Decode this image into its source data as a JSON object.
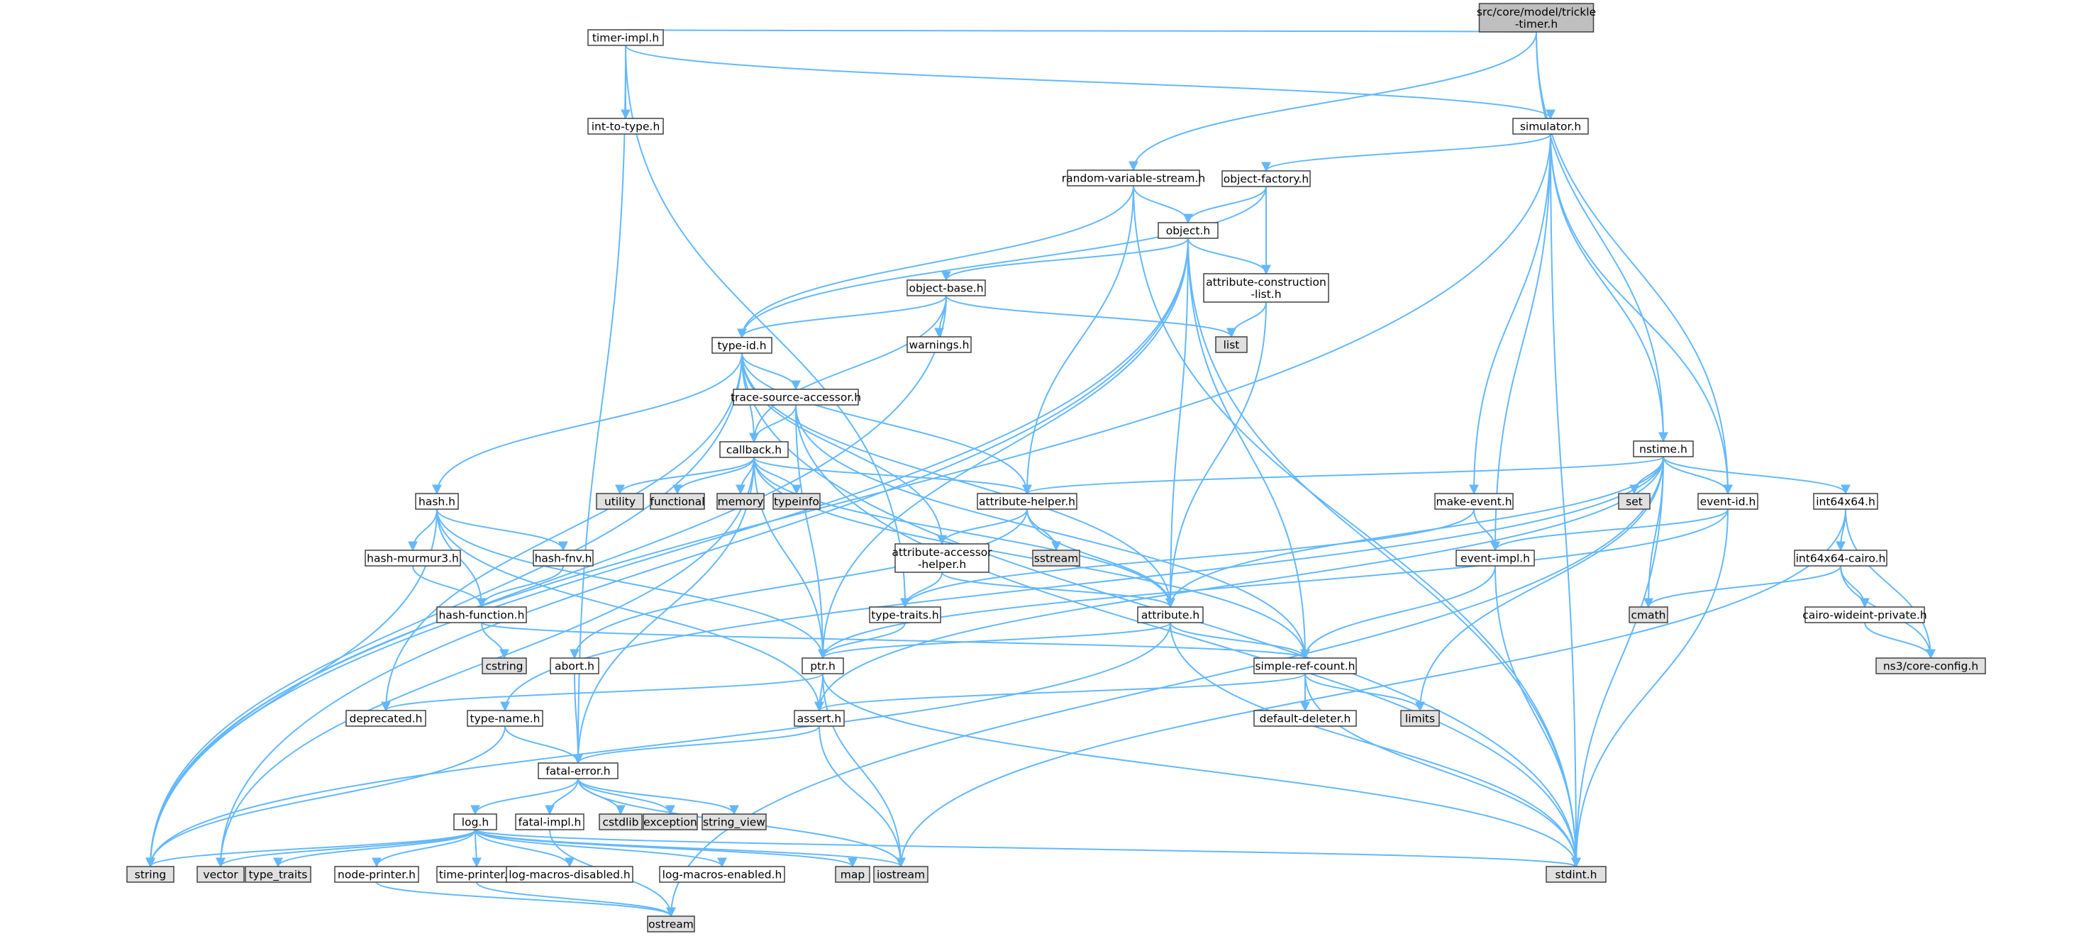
{
  "diagram": {
    "kind": "include-dependency-graph",
    "colors": {
      "edge": "#63b8ff",
      "node_fill": "#ffffff",
      "root_fill": "#bfbfbf",
      "system_fill": "#e0e0e0",
      "border": "#404040",
      "system_border": "#bfbfbf"
    },
    "nodes": [
      {
        "id": "root",
        "lines": [
          "src/core/model/trickle",
          "-timer.h"
        ],
        "kind": "root"
      },
      {
        "id": "timer-impl",
        "lines": [
          "timer-impl.h"
        ],
        "kind": "file"
      },
      {
        "id": "int-to-type",
        "lines": [
          "int-to-type.h"
        ],
        "kind": "file"
      },
      {
        "id": "simulator",
        "lines": [
          "simulator.h"
        ],
        "kind": "file"
      },
      {
        "id": "rvs",
        "lines": [
          "random-variable-stream.h"
        ],
        "kind": "file"
      },
      {
        "id": "object-factory",
        "lines": [
          "object-factory.h"
        ],
        "kind": "file"
      },
      {
        "id": "object",
        "lines": [
          "object.h"
        ],
        "kind": "file"
      },
      {
        "id": "object-base",
        "lines": [
          "object-base.h"
        ],
        "kind": "file"
      },
      {
        "id": "acl",
        "lines": [
          "attribute-construction",
          "-list.h"
        ],
        "kind": "file"
      },
      {
        "id": "list",
        "lines": [
          "list"
        ],
        "kind": "system"
      },
      {
        "id": "warnings",
        "lines": [
          "warnings.h"
        ],
        "kind": "file"
      },
      {
        "id": "type-id",
        "lines": [
          "type-id.h"
        ],
        "kind": "file"
      },
      {
        "id": "tsa",
        "lines": [
          "trace-source-accessor.h"
        ],
        "kind": "file"
      },
      {
        "id": "callback",
        "lines": [
          "callback.h"
        ],
        "kind": "file"
      },
      {
        "id": "nstime",
        "lines": [
          "nstime.h"
        ],
        "kind": "file"
      },
      {
        "id": "hash",
        "lines": [
          "hash.h"
        ],
        "kind": "file"
      },
      {
        "id": "utility",
        "lines": [
          "utility"
        ],
        "kind": "system"
      },
      {
        "id": "functional",
        "lines": [
          "functional"
        ],
        "kind": "system"
      },
      {
        "id": "memory",
        "lines": [
          "memory"
        ],
        "kind": "system"
      },
      {
        "id": "typeinfo",
        "lines": [
          "typeinfo"
        ],
        "kind": "system"
      },
      {
        "id": "attr-helper",
        "lines": [
          "attribute-helper.h"
        ],
        "kind": "file"
      },
      {
        "id": "sstream",
        "lines": [
          "sstream"
        ],
        "kind": "system"
      },
      {
        "id": "make-event",
        "lines": [
          "make-event.h"
        ],
        "kind": "file"
      },
      {
        "id": "set",
        "lines": [
          "set"
        ],
        "kind": "system"
      },
      {
        "id": "event-id",
        "lines": [
          "event-id.h"
        ],
        "kind": "file"
      },
      {
        "id": "int64x64",
        "lines": [
          "int64x64.h"
        ],
        "kind": "file"
      },
      {
        "id": "hash-murmur3",
        "lines": [
          "hash-murmur3.h"
        ],
        "kind": "file"
      },
      {
        "id": "hash-fnv",
        "lines": [
          "hash-fnv.h"
        ],
        "kind": "file"
      },
      {
        "id": "aah",
        "lines": [
          "attribute-accessor",
          "-helper.h"
        ],
        "kind": "file"
      },
      {
        "id": "event-impl",
        "lines": [
          "event-impl.h"
        ],
        "kind": "file"
      },
      {
        "id": "int64x64-cairo",
        "lines": [
          "int64x64-cairo.h"
        ],
        "kind": "file"
      },
      {
        "id": "hash-function",
        "lines": [
          "hash-function.h"
        ],
        "kind": "file"
      },
      {
        "id": "type-traits",
        "lines": [
          "type-traits.h"
        ],
        "kind": "file"
      },
      {
        "id": "attribute",
        "lines": [
          "attribute.h"
        ],
        "kind": "file"
      },
      {
        "id": "cmath",
        "lines": [
          "cmath"
        ],
        "kind": "system"
      },
      {
        "id": "cairo-wideint",
        "lines": [
          "cairo-wideint-private.h"
        ],
        "kind": "file"
      },
      {
        "id": "cstring",
        "lines": [
          "cstring"
        ],
        "kind": "system"
      },
      {
        "id": "abort",
        "lines": [
          "abort.h"
        ],
        "kind": "file"
      },
      {
        "id": "ptr",
        "lines": [
          "ptr.h"
        ],
        "kind": "file"
      },
      {
        "id": "src",
        "lines": [
          "simple-ref-count.h"
        ],
        "kind": "file"
      },
      {
        "id": "ns3-config",
        "lines": [
          "ns3/core-config.h"
        ],
        "kind": "system"
      },
      {
        "id": "deprecated",
        "lines": [
          "deprecated.h"
        ],
        "kind": "file"
      },
      {
        "id": "type-name",
        "lines": [
          "type-name.h"
        ],
        "kind": "file"
      },
      {
        "id": "assert",
        "lines": [
          "assert.h"
        ],
        "kind": "file"
      },
      {
        "id": "default-deleter",
        "lines": [
          "default-deleter.h"
        ],
        "kind": "file"
      },
      {
        "id": "limits",
        "lines": [
          "limits"
        ],
        "kind": "system"
      },
      {
        "id": "fatal-error",
        "lines": [
          "fatal-error.h"
        ],
        "kind": "file"
      },
      {
        "id": "log",
        "lines": [
          "log.h"
        ],
        "kind": "file"
      },
      {
        "id": "fatal-impl",
        "lines": [
          "fatal-impl.h"
        ],
        "kind": "file"
      },
      {
        "id": "cstdlib",
        "lines": [
          "cstdlib"
        ],
        "kind": "system"
      },
      {
        "id": "exception",
        "lines": [
          "exception"
        ],
        "kind": "system"
      },
      {
        "id": "string_view",
        "lines": [
          "string_view"
        ],
        "kind": "system"
      },
      {
        "id": "string",
        "lines": [
          "string"
        ],
        "kind": "system"
      },
      {
        "id": "vector",
        "lines": [
          "vector"
        ],
        "kind": "system"
      },
      {
        "id": "type_traits",
        "lines": [
          "type_traits"
        ],
        "kind": "system"
      },
      {
        "id": "node-printer",
        "lines": [
          "node-printer.h"
        ],
        "kind": "file"
      },
      {
        "id": "time-printer",
        "lines": [
          "time-printer.h"
        ],
        "kind": "file"
      },
      {
        "id": "log-macros-disabled",
        "lines": [
          "log-macros-disabled.h"
        ],
        "kind": "file"
      },
      {
        "id": "log-macros-enabled",
        "lines": [
          "log-macros-enabled.h"
        ],
        "kind": "file"
      },
      {
        "id": "map",
        "lines": [
          "map"
        ],
        "kind": "system"
      },
      {
        "id": "iostream",
        "lines": [
          "iostream"
        ],
        "kind": "system"
      },
      {
        "id": "stdint",
        "lines": [
          "stdint.h"
        ],
        "kind": "system"
      },
      {
        "id": "ostream",
        "lines": [
          "ostream"
        ],
        "kind": "system"
      }
    ],
    "edges": [
      [
        "root",
        "timer-impl"
      ],
      [
        "root",
        "rvs"
      ],
      [
        "root",
        "nstime"
      ],
      [
        "root",
        "event-id"
      ],
      [
        "timer-impl",
        "int-to-type"
      ],
      [
        "timer-impl",
        "simulator"
      ],
      [
        "timer-impl",
        "fatal-error"
      ],
      [
        "timer-impl",
        "type-traits"
      ],
      [
        "simulator",
        "object-factory"
      ],
      [
        "simulator",
        "make-event"
      ],
      [
        "simulator",
        "nstime"
      ],
      [
        "simulator",
        "event-id"
      ],
      [
        "simulator",
        "event-impl"
      ],
      [
        "simulator",
        "stdint"
      ],
      [
        "simulator",
        "string"
      ],
      [
        "rvs",
        "object"
      ],
      [
        "rvs",
        "type-id"
      ],
      [
        "rvs",
        "attr-helper"
      ],
      [
        "rvs",
        "stdint"
      ],
      [
        "object-factory",
        "object"
      ],
      [
        "object-factory",
        "acl"
      ],
      [
        "object-factory",
        "type-id"
      ],
      [
        "object",
        "object-base"
      ],
      [
        "object",
        "acl"
      ],
      [
        "object",
        "attribute"
      ],
      [
        "object",
        "ptr"
      ],
      [
        "object",
        "src"
      ],
      [
        "object",
        "stdint"
      ],
      [
        "object",
        "string"
      ],
      [
        "object",
        "vector"
      ],
      [
        "object-base",
        "type-id"
      ],
      [
        "object-base",
        "warnings"
      ],
      [
        "object-base",
        "callback"
      ],
      [
        "object-base",
        "list"
      ],
      [
        "object-base",
        "string"
      ],
      [
        "acl",
        "list"
      ],
      [
        "acl",
        "attribute"
      ],
      [
        "type-id",
        "tsa"
      ],
      [
        "type-id",
        "callback"
      ],
      [
        "type-id",
        "hash"
      ],
      [
        "type-id",
        "attr-helper"
      ],
      [
        "type-id",
        "aah"
      ],
      [
        "type-id",
        "attribute"
      ],
      [
        "type-id",
        "deprecated"
      ],
      [
        "type-id",
        "stdint"
      ],
      [
        "type-id",
        "string"
      ],
      [
        "tsa",
        "callback"
      ],
      [
        "tsa",
        "ptr"
      ],
      [
        "tsa",
        "src"
      ],
      [
        "tsa",
        "stdint"
      ],
      [
        "callback",
        "utility"
      ],
      [
        "callback",
        "functional"
      ],
      [
        "callback",
        "memory"
      ],
      [
        "callback",
        "typeinfo"
      ],
      [
        "callback",
        "attr-helper"
      ],
      [
        "callback",
        "attribute"
      ],
      [
        "callback",
        "ptr"
      ],
      [
        "callback",
        "src"
      ],
      [
        "callback",
        "fatal-error"
      ],
      [
        "callback",
        "vector"
      ],
      [
        "nstime",
        "set"
      ],
      [
        "nstime",
        "event-id"
      ],
      [
        "nstime",
        "int64x64"
      ],
      [
        "nstime",
        "attr-helper"
      ],
      [
        "nstime",
        "attribute"
      ],
      [
        "nstime",
        "assert"
      ],
      [
        "nstime",
        "cmath"
      ],
      [
        "nstime",
        "limits"
      ],
      [
        "nstime",
        "stdint"
      ],
      [
        "nstime",
        "ostream"
      ],
      [
        "nstime",
        "type-name"
      ],
      [
        "hash",
        "hash-murmur3"
      ],
      [
        "hash",
        "hash-fnv"
      ],
      [
        "hash",
        "hash-function"
      ],
      [
        "hash",
        "assert"
      ],
      [
        "hash",
        "ptr"
      ],
      [
        "hash",
        "string"
      ],
      [
        "hash-murmur3",
        "hash-function"
      ],
      [
        "hash-fnv",
        "hash-function"
      ],
      [
        "hash-function",
        "cstring"
      ],
      [
        "hash-function",
        "src"
      ],
      [
        "attr-helper",
        "sstream"
      ],
      [
        "attr-helper",
        "aah"
      ],
      [
        "attr-helper",
        "attribute"
      ],
      [
        "attr-helper",
        "abort"
      ],
      [
        "aah",
        "attribute"
      ],
      [
        "aah",
        "type-traits"
      ],
      [
        "make-event",
        "event-impl"
      ],
      [
        "make-event",
        "type-traits"
      ],
      [
        "event-id",
        "event-impl"
      ],
      [
        "event-id",
        "ptr"
      ],
      [
        "event-id",
        "stdint"
      ],
      [
        "event-impl",
        "src"
      ],
      [
        "event-impl",
        "stdint"
      ],
      [
        "int64x64",
        "int64x64-cairo"
      ],
      [
        "int64x64",
        "ns3-config"
      ],
      [
        "int64x64",
        "iostream"
      ],
      [
        "int64x64-cairo",
        "cairo-wideint"
      ],
      [
        "int64x64-cairo",
        "ns3-config"
      ],
      [
        "int64x64-cairo",
        "cmath"
      ],
      [
        "cairo-wideint",
        "ns3-config"
      ],
      [
        "type-traits",
        "ptr"
      ],
      [
        "attribute",
        "ptr"
      ],
      [
        "attribute",
        "src"
      ],
      [
        "attribute",
        "stdint"
      ],
      [
        "attribute",
        "string"
      ],
      [
        "abort",
        "fatal-error"
      ],
      [
        "ptr",
        "assert"
      ],
      [
        "ptr",
        "iostream"
      ],
      [
        "ptr",
        "stdint"
      ],
      [
        "ptr",
        "deprecated"
      ],
      [
        "src",
        "assert"
      ],
      [
        "src",
        "default-deleter"
      ],
      [
        "src",
        "limits"
      ],
      [
        "src",
        "stdint"
      ],
      [
        "type-name",
        "fatal-error"
      ],
      [
        "type-name",
        "string"
      ],
      [
        "assert",
        "fatal-error"
      ],
      [
        "assert",
        "iostream"
      ],
      [
        "fatal-error",
        "log"
      ],
      [
        "fatal-error",
        "fatal-impl"
      ],
      [
        "fatal-error",
        "cstdlib"
      ],
      [
        "fatal-error",
        "exception"
      ],
      [
        "fatal-error",
        "string_view"
      ],
      [
        "fatal-error",
        "iostream"
      ],
      [
        "fatal-impl",
        "ostream"
      ],
      [
        "log",
        "string"
      ],
      [
        "log",
        "vector"
      ],
      [
        "log",
        "type_traits"
      ],
      [
        "log",
        "node-printer"
      ],
      [
        "log",
        "time-printer"
      ],
      [
        "log",
        "log-macros-disabled"
      ],
      [
        "log",
        "log-macros-enabled"
      ],
      [
        "log",
        "map"
      ],
      [
        "log",
        "iostream"
      ],
      [
        "log",
        "stdint"
      ],
      [
        "node-printer",
        "ostream"
      ],
      [
        "time-printer",
        "ostream"
      ]
    ]
  }
}
